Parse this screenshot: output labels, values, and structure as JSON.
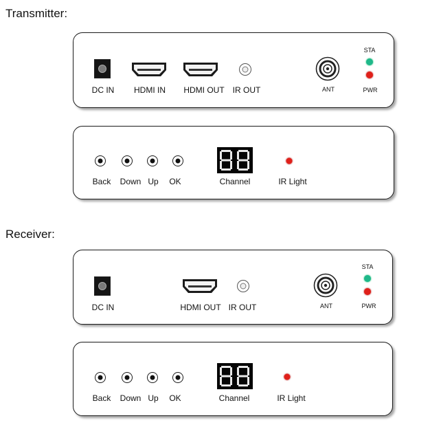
{
  "transmitter": {
    "title": "Transmitter:",
    "rear_panel": {
      "dc_in_label": "DC IN",
      "hdmi_in_label": "HDMI IN",
      "hdmi_out_label": "HDMI OUT",
      "ir_out_label": "IR OUT",
      "ant_label": "ANT",
      "sta_label": "STA",
      "pwr_label": "PWR"
    },
    "front_panel": {
      "back_label": "Back",
      "down_label": "Down",
      "up_label": "Up",
      "ok_label": "OK",
      "channel_label": "Channel",
      "ir_light_label": "IR Light"
    }
  },
  "receiver": {
    "title": "Receiver:",
    "rear_panel": {
      "dc_in_label": "DC IN",
      "hdmi_out_label": "HDMI OUT",
      "ir_out_label": "IR OUT",
      "ant_label": "ANT",
      "sta_label": "STA",
      "pwr_label": "PWR"
    },
    "front_panel": {
      "back_label": "Back",
      "down_label": "Down",
      "up_label": "Up",
      "ok_label": "OK",
      "channel_label": "Channel",
      "ir_light_label": "IR Light"
    }
  },
  "colors": {
    "sta_led": "#1fb88a",
    "pwr_led": "#e0201a",
    "ir_light_led": "#e0201a",
    "display_segment": "#e8e8e8"
  },
  "icons": {
    "dc_jack": "dc-jack-icon",
    "hdmi_port": "hdmi-port-icon",
    "ir_out_jack": "ir-out-jack-icon",
    "antenna_connector": "antenna-connector-icon",
    "seven_segment_display": "seven-segment-display-icon"
  }
}
